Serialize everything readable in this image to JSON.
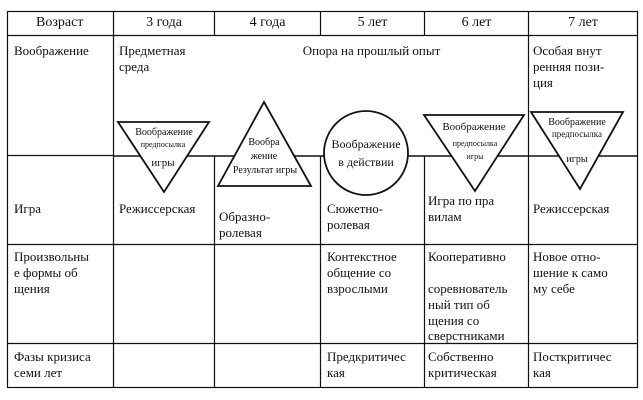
{
  "header": {
    "age": "Возраст",
    "cols": [
      "3 года",
      "4 года",
      "5 лет",
      "6 лет",
      "7 лет"
    ]
  },
  "rows": {
    "imagination": {
      "label": "Воображение",
      "col3_lines": [
        "Предметная",
        "среда"
      ],
      "span_4_6": "Опора на прошлый опыт",
      "col7_lines": [
        "Особая внут",
        "ренняя пози-",
        "ция"
      ]
    },
    "game": {
      "label": "Игра",
      "col3": "Режиссерская",
      "col4_lines": [
        "Образно-",
        "ролевая"
      ],
      "col5_lines": [
        "Сюжетно-",
        "ролевая"
      ],
      "col6_lines": [
        "Игра по пра",
        "вилам"
      ],
      "col7": "Режиссерская"
    },
    "communication": {
      "label_lines": [
        "Произвольны",
        "е формы об",
        "щения"
      ],
      "col5_lines": [
        "Контекстное",
        "общение со",
        "взрослыми"
      ],
      "col6_line1": "Кооперативно",
      "col6_lines": [
        "соревнователь",
        "ный тип об",
        "щения со",
        "сверстниками"
      ],
      "col7_lines": [
        "Новое отно-",
        "шение к само",
        "му себе"
      ]
    },
    "crisis": {
      "label_lines": [
        "Фазы кризиса",
        "семи лет"
      ],
      "col5_lines": [
        "Предкритичес",
        "кая"
      ],
      "col6_lines": [
        "Собственно",
        "критическая"
      ],
      "col7_lines": [
        "Посткритичес",
        "кая"
      ]
    }
  },
  "shapes": {
    "age3": {
      "shape": "triangle-down",
      "lines": [
        "Воображение",
        "предпосылка",
        "игры"
      ]
    },
    "age4": {
      "shape": "triangle-up",
      "lines": [
        "Вообра",
        "жение",
        "Результат игры"
      ]
    },
    "age5": {
      "shape": "circle",
      "lines": [
        "Воображение",
        "в действии"
      ]
    },
    "age6": {
      "shape": "triangle-down",
      "lines": [
        "Воображение",
        "предпосылка",
        "игры"
      ]
    },
    "age7": {
      "shape": "triangle-down",
      "lines": [
        "Воображение",
        "предпосылка",
        "игры"
      ]
    }
  }
}
